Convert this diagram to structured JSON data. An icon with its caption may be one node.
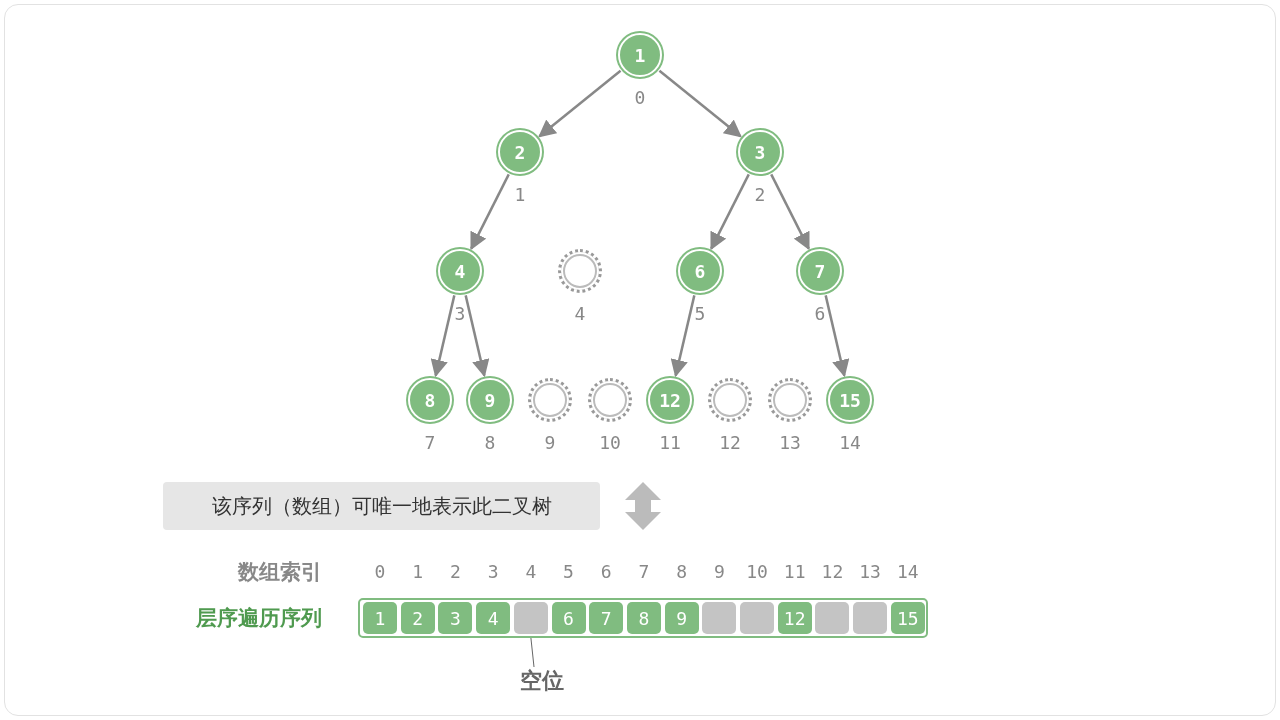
{
  "diagram": {
    "nodes": [
      {
        "text": [
          "1"
        ],
        "beside": [
          "0"
        ]
      },
      {
        "text": [
          "2"
        ],
        "beside": [
          "1"
        ]
      },
      {
        "text": [
          "3"
        ],
        "beside": [
          "2"
        ]
      },
      {
        "text": [
          "4"
        ],
        "beside": [
          "3"
        ]
      },
      {
        "text": [],
        "shape": "circle",
        "beside": [
          "4"
        ]
      },
      {
        "text": [
          "6"
        ],
        "beside": [
          "5"
        ]
      },
      {
        "text": [
          "7"
        ],
        "beside": [
          "6"
        ]
      },
      {
        "text": [
          "8"
        ],
        "beside": [
          "7"
        ]
      },
      {
        "text": [
          "9"
        ],
        "beside": [
          "8"
        ]
      },
      {
        "text": [],
        "shape": "circle",
        "beside": [
          "9"
        ]
      },
      {
        "text": [],
        "shape": "circle",
        "beside": [
          "10"
        ]
      },
      {
        "text": [
          "12"
        ],
        "beside": [
          "11"
        ]
      },
      {
        "text": [],
        "shape": "circle",
        "beside": [
          "12"
        ]
      },
      {
        "text": [],
        "shape": "circle",
        "beside": [
          "13"
        ]
      },
      {
        "text": [
          "15"
        ],
        "beside": [
          "14"
        ]
      },
      {
        "text": [
          "该序列（数组）可唯一地表示此二叉树"
        ]
      },
      {
        "text": [
          "层序遍历序列"
        ]
      },
      {
        "text": [
          "1"
        ],
        "in": 16
      },
      {
        "text": [
          "2"
        ],
        "in": 16
      },
      {
        "text": [
          "3"
        ],
        "in": 16
      },
      {
        "text": [
          "4"
        ],
        "in": 16
      },
      {
        "text": [],
        "shape": "box",
        "in": 16
      },
      {
        "text": [
          "6"
        ],
        "in": 16
      },
      {
        "text": [
          "7"
        ],
        "in": 16
      },
      {
        "text": [
          "8"
        ],
        "in": 16
      },
      {
        "text": [
          "9"
        ],
        "in": 16
      },
      {
        "text": [],
        "shape": "box",
        "in": 16
      },
      {
        "text": [],
        "shape": "box",
        "in": 16
      },
      {
        "text": [
          "12"
        ],
        "in": 16
      },
      {
        "text": [],
        "shape": "box",
        "in": 16
      },
      {
        "text": [],
        "shape": "box",
        "in": 16
      },
      {
        "text": [
          "15"
        ],
        "in": 16
      },
      {
        "text": [
          "空位"
        ]
      }
    ],
    "edges": [
      {
        "from": 0,
        "to": 1,
        "arrow": "to"
      },
      {
        "from": 0,
        "to": 2,
        "arrow": "to"
      },
      {
        "from": 1,
        "to": 3,
        "arrow": "to"
      },
      {
        "from": 2,
        "to": 5,
        "arrow": "to"
      },
      {
        "from": 2,
        "to": 6,
        "arrow": "to"
      },
      {
        "from": 3,
        "to": 7,
        "arrow": "to"
      },
      {
        "from": 3,
        "to": 8,
        "arrow": "to"
      },
      {
        "from": 5,
        "to": 11,
        "arrow": "to"
      },
      {
        "from": 6,
        "to": 14,
        "arrow": "to"
      },
      {
        "from": 32,
        "to": 21,
        "arrow": "none"
      }
    ],
    "labels": [
      "数组索引",
      "0",
      "1",
      "2",
      "3",
      "4",
      "5",
      "6",
      "7",
      "8",
      "9",
      "10",
      "11",
      "12",
      "13",
      "14"
    ]
  }
}
